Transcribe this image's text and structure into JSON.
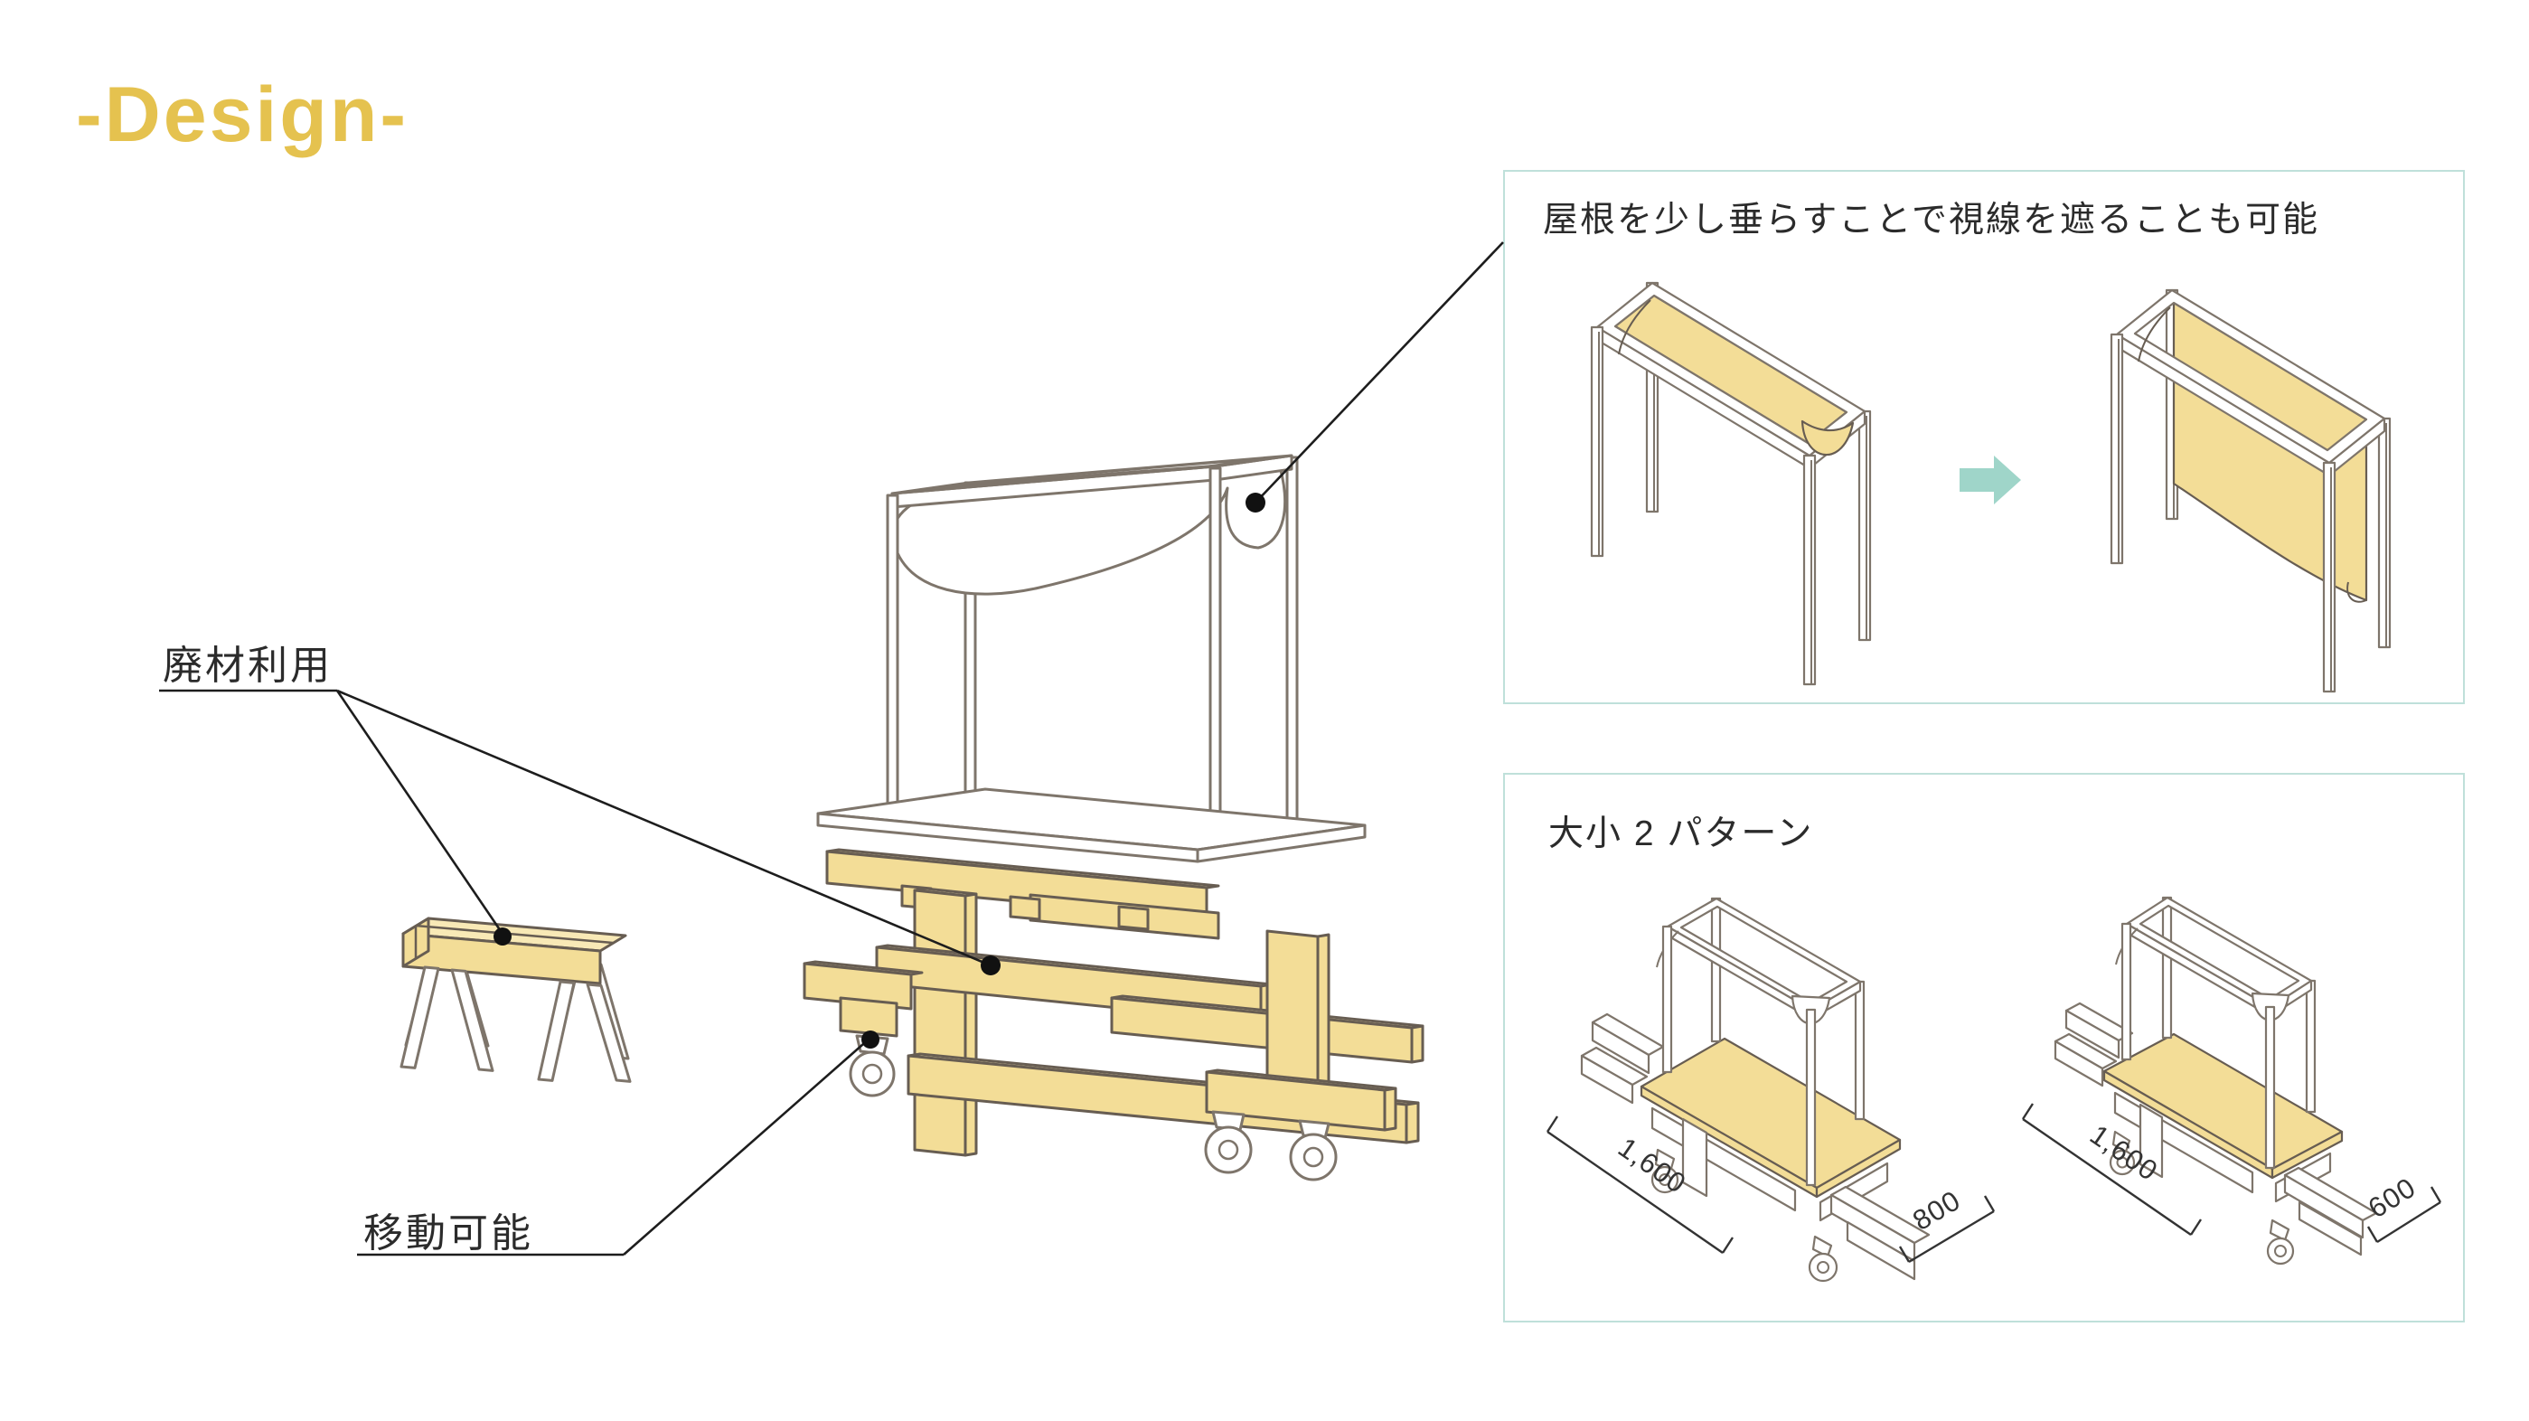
{
  "title": {
    "text": "-Design-",
    "color": "#E5C24F"
  },
  "annotations": {
    "reuse_label": "廃材利用",
    "movable_label": "移動可能"
  },
  "panels": {
    "roof": {
      "heading": "屋根を少し垂らすことで視線を遮ることも可能",
      "border_color": "#BFE0DA",
      "arrow_icon": "right-arrow",
      "arrow_color": "#9FD5C9"
    },
    "size": {
      "heading": "大小 2 パターン",
      "border_color": "#BFE0DA",
      "patterns": [
        {
          "name": "large",
          "width_mm": "1,600",
          "depth_mm": "800"
        },
        {
          "name": "small",
          "width_mm": "1,600",
          "depth_mm": "600"
        }
      ]
    }
  },
  "figures": {
    "main_cart": "mobile stall cart with canopy frame and caster wheels",
    "sawhorse": "reclaimed lumber sawhorse",
    "wood_color": "#F3DD97",
    "outline_color": "#675D52",
    "frame_outline_color": "#7E756B",
    "callout_dot_color": "#111111"
  }
}
